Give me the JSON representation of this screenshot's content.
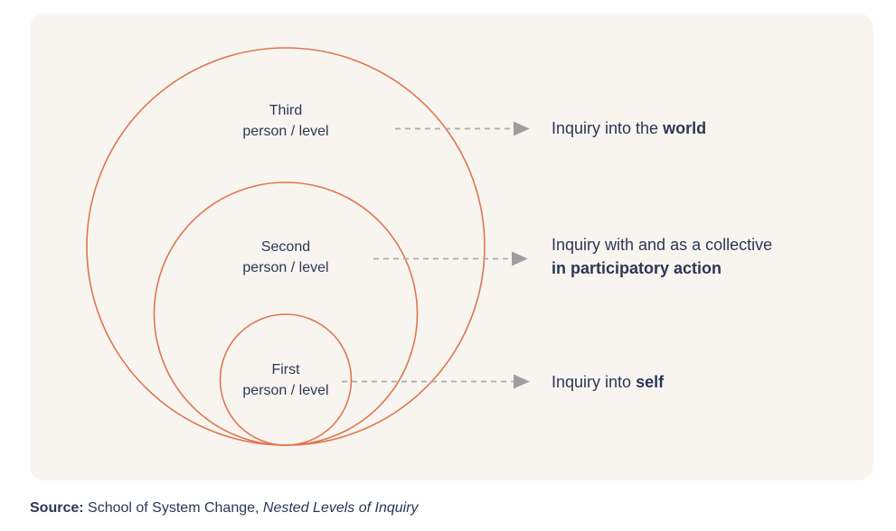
{
  "colors": {
    "page_background": "#ffffff",
    "card_background": "#f8f5f1",
    "circle_stroke": "#e0764e",
    "text_navy": "#2d3655",
    "arrow_gray": "#a9a9a9"
  },
  "diagram": {
    "levels": {
      "third": {
        "line1": "Third",
        "line2": "person / level"
      },
      "second": {
        "line1": "Second",
        "line2": "person / level"
      },
      "first": {
        "line1": "First",
        "line2": "person / level"
      }
    },
    "annotations": {
      "world": {
        "regular": "Inquiry into the ",
        "bold": "world"
      },
      "collective": {
        "line1": "Inquiry with and as a collective",
        "line2_bold": "in participatory action"
      },
      "self": {
        "regular": "Inquiry into ",
        "bold": "self"
      }
    }
  },
  "source": {
    "label_bold": "Source:",
    "text": " School of System Change, ",
    "title_italic": "Nested Levels of Inquiry"
  }
}
